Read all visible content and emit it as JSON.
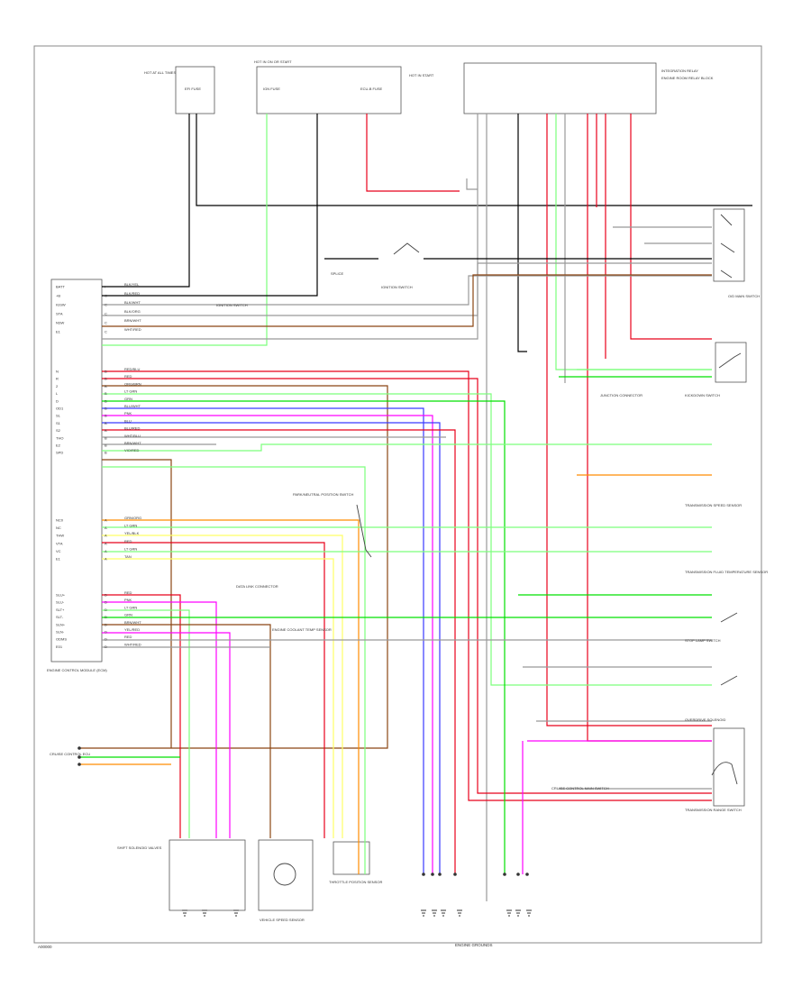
{
  "diagram": {
    "footer_left": "A00000",
    "footer_center": "ENGINE GROUNDS",
    "ecm": {
      "title": "ENGINE CONTROL MODULE (ECM)",
      "upper_pins": [
        {
          "pin": "I",
          "code": "BATT",
          "wire": "BLK/YEL"
        },
        {
          "pin": "C",
          "code": "+B",
          "wire": "BLK/RED"
        },
        {
          "pin": "C",
          "code": "IGSW",
          "wire": "BLK/WHT"
        },
        {
          "pin": "C",
          "code": "STA",
          "wire": "BLK/ORG"
        },
        {
          "pin": "C",
          "code": "NSW",
          "wire": "BRN/WHT"
        },
        {
          "pin": "C",
          "code": "E1",
          "wire": "WHT/RED"
        }
      ],
      "middle_pins": [
        {
          "pin": "B",
          "code": "N",
          "wire": "RED/BLU"
        },
        {
          "pin": "B",
          "code": "R",
          "wire": "RED"
        },
        {
          "pin": "B",
          "code": "2",
          "wire": "ORG/BRN"
        },
        {
          "pin": "B",
          "code": "L",
          "wire": "LT GRN"
        },
        {
          "pin": "B",
          "code": "D",
          "wire": "GRN"
        },
        {
          "pin": "B",
          "code": "OD1",
          "wire": "BLU/WHT"
        },
        {
          "pin": "B",
          "code": "SL",
          "wire": "PNK"
        },
        {
          "pin": "B",
          "code": "S1",
          "wire": "BLU"
        },
        {
          "pin": "B",
          "code": "S2",
          "wire": "BLU/RED"
        },
        {
          "pin": "B",
          "code": "THO",
          "wire": "WHT/BLU"
        },
        {
          "pin": "B",
          "code": "E2",
          "wire": "BRN/WHT"
        },
        {
          "pin": "B",
          "code": "SPD",
          "wire": "VIO/RED"
        }
      ],
      "lower_pins": [
        {
          "pin": "A",
          "code": "NC0",
          "wire": "GRN/ORG"
        },
        {
          "pin": "A",
          "code": "NC",
          "wire": "LT GRN"
        },
        {
          "pin": "A",
          "code": "THW",
          "wire": "YEL/BLK"
        },
        {
          "pin": "A",
          "code": "VTA",
          "wire": "RED"
        },
        {
          "pin": "A",
          "code": "VC",
          "wire": "LT GRN"
        },
        {
          "pin": "A",
          "code": "E1",
          "wire": "TAN"
        }
      ],
      "bottom_pins": [
        {
          "pin": "D",
          "code": "SLU+",
          "wire": "RED"
        },
        {
          "pin": "D",
          "code": "SLU-",
          "wire": "PNK"
        },
        {
          "pin": "D",
          "code": "SLT+",
          "wire": "LT GRN"
        },
        {
          "pin": "D",
          "code": "SLT-",
          "wire": "GRN"
        },
        {
          "pin": "D",
          "code": "SLN+",
          "wire": "BRN/WHT"
        },
        {
          "pin": "D",
          "code": "SLN-",
          "wire": "YEL/RED"
        },
        {
          "pin": "D",
          "code": "ODMS",
          "wire": "RED"
        },
        {
          "pin": "D",
          "code": "E01",
          "wire": "WHT/RED"
        }
      ]
    },
    "top": {
      "left_box": "HOT AT ALL TIMES",
      "left_fuse": "EFI FUSE",
      "center_box": "HOT IN ON OR START",
      "center_fuse_1": "IGN FUSE",
      "center_fuse_2": "ECU-B FUSE",
      "center_label": "HOT IN START",
      "right_box": "INTEGRATION RELAY",
      "right_box_sub": "ENGINE ROOM RELAY BLOCK"
    },
    "components": {
      "left_splice": "SPLICE",
      "ignition_switch": "IGNITION SWITCH",
      "park_neutral": "PARK/NEUTRAL POSITION SWITCH",
      "ignition_switch_2": "IGNITION SWITCH",
      "junction_connector": "JUNCTION CONNECTOR",
      "od_switch": "O/D MAIN SWITCH",
      "kickdown": "KICKDOWN SWITCH",
      "trans_speed": "TRANSMISSION SPEED SENSOR",
      "trans_fluid_temp": "TRANSMISSION FLUID TEMPERATURE SENSOR",
      "stop_lamp": "STOP LAMP SWITCH",
      "overdrive_solenoid": "OVERDRIVE SOLENOID",
      "engine_coolant": "ENGINE COOLANT TEMP SENSOR",
      "data_link": "DATA LINK CONNECTOR",
      "cruise_control": "CRUISE CONTROL ECU",
      "shift_solenoids": "SHIFT SOLENOID VALVES",
      "vehicle_speed": "VEHICLE SPEED SENSOR",
      "throttle_position": "THROTTLE POSITION SENSOR",
      "cruise_main": "CRUISE CONTROL MAIN SWITCH",
      "trans_range": "TRANSMISSION RANGE SWITCH",
      "engine_grounds": "ENGINE GROUNDS"
    },
    "colors": {
      "black": "#000000",
      "red": "#e8001a",
      "pink": "#ff00ff",
      "green": "#00e000",
      "lt_green": "#7cff7c",
      "yellow": "#ffff66",
      "blue": "#3a3aff",
      "brown": "#8b4513",
      "orange": "#ff8c00",
      "gray": "#999999",
      "tan": "#d2b48c"
    }
  }
}
